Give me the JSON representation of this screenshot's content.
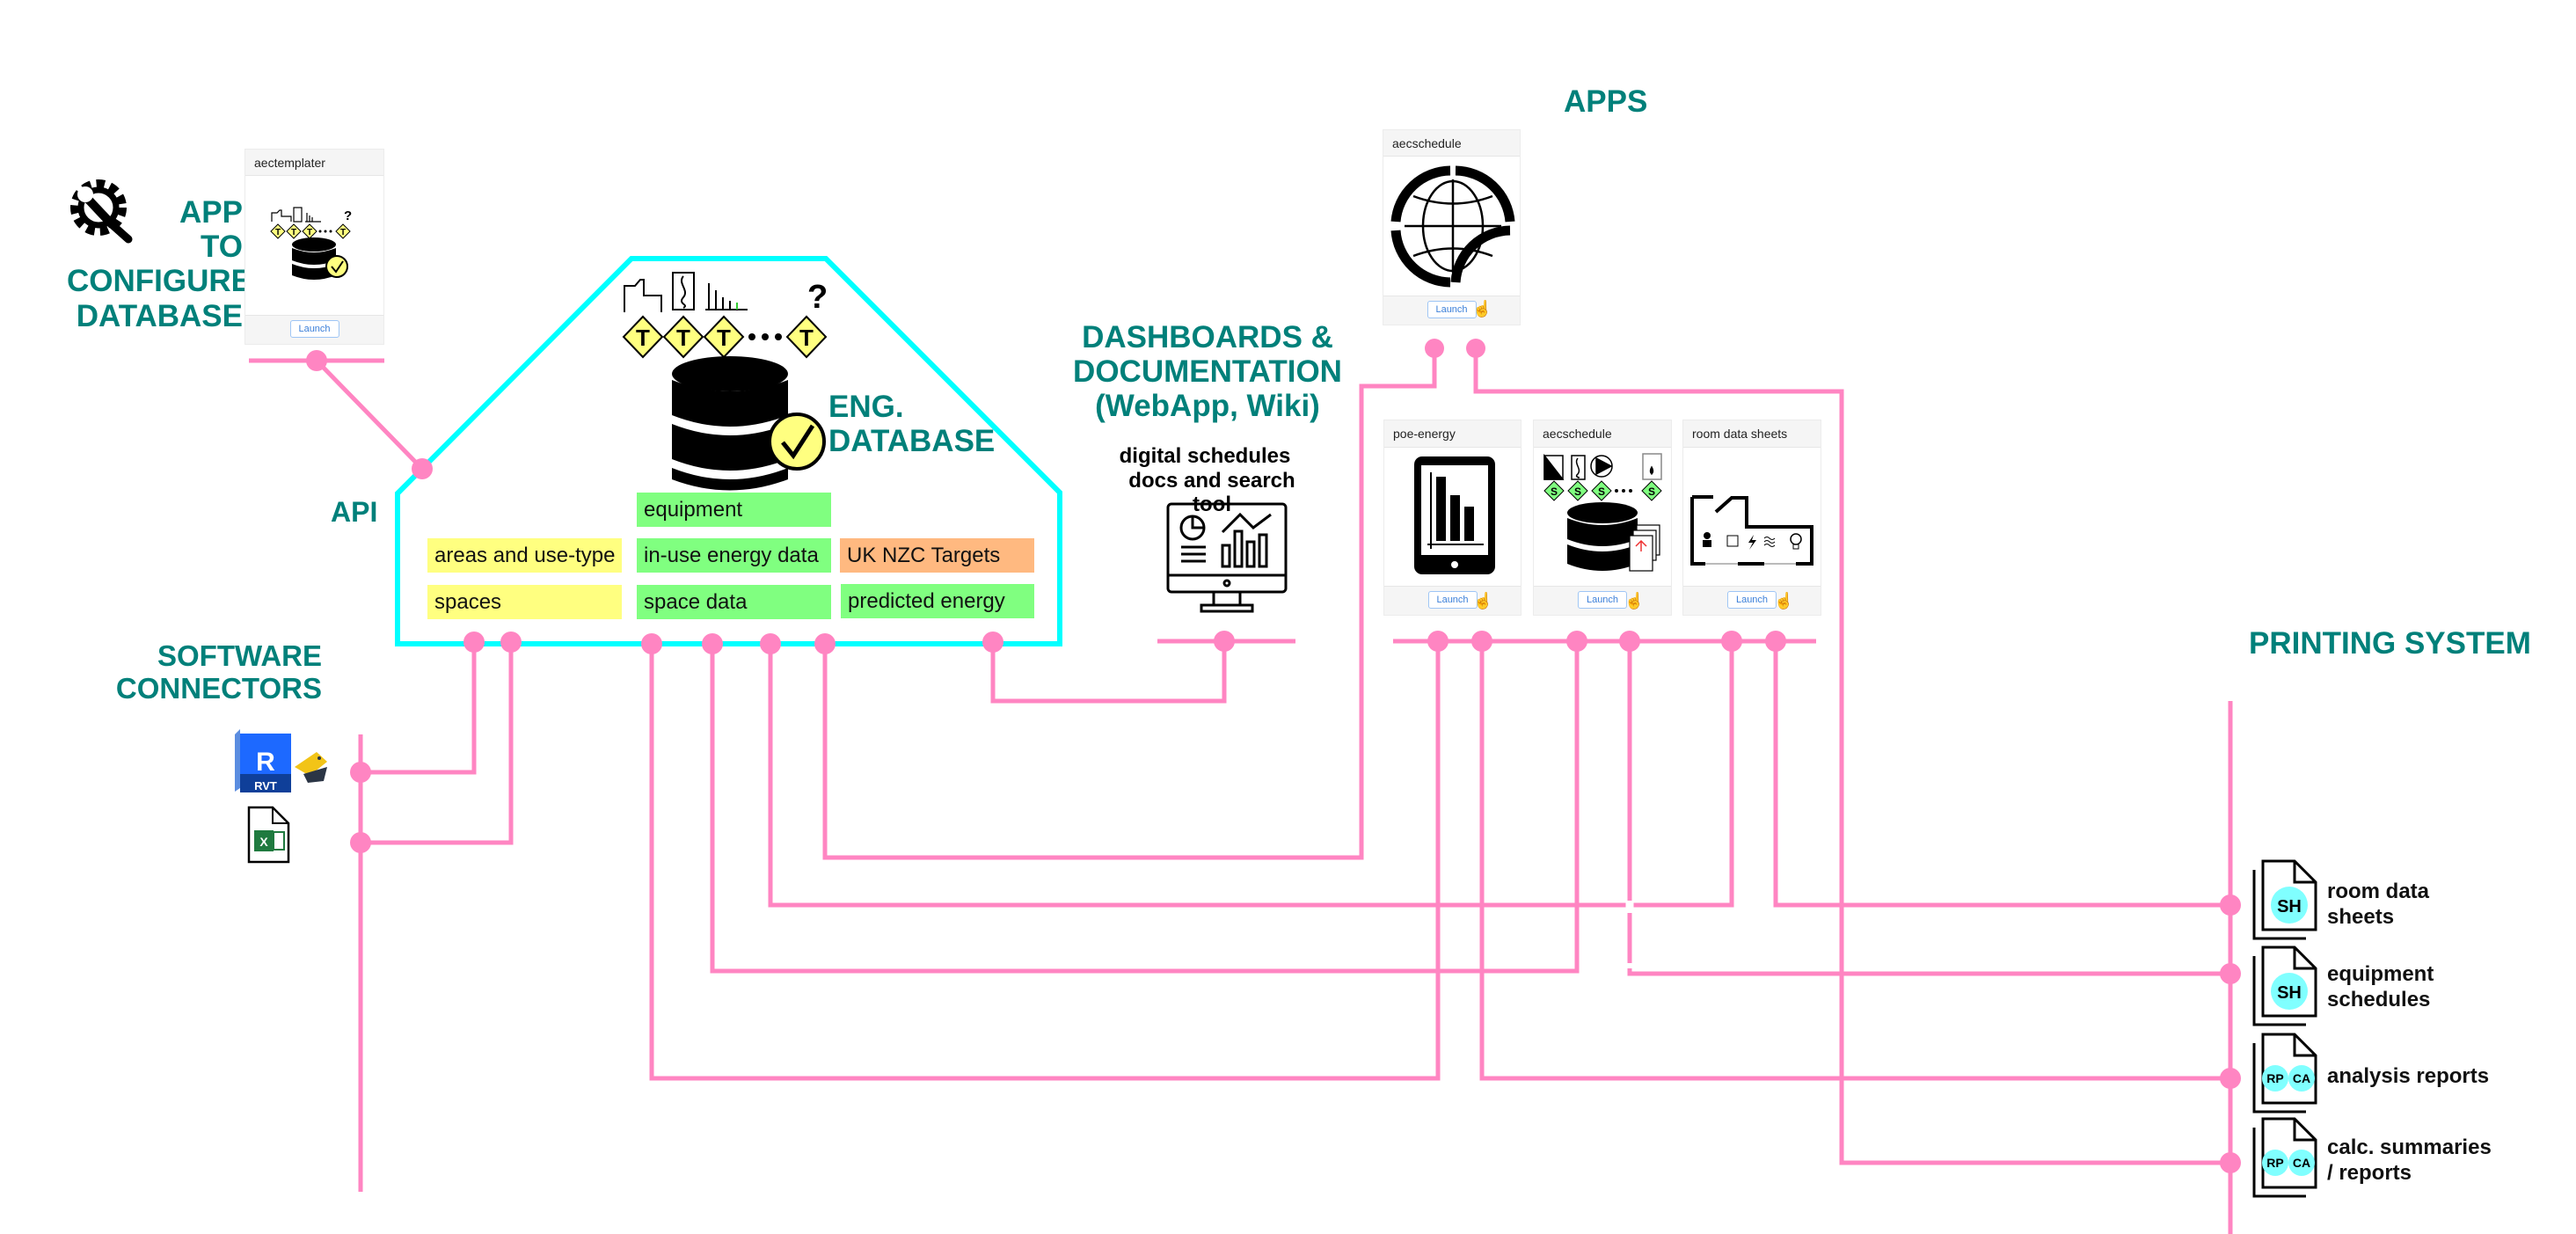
{
  "colors": {
    "teal_heading": "#00807a",
    "wire": "#ff85c2",
    "database_outline": "#00ffff",
    "tag_yellow": "#ffff80",
    "tag_green": "#80ff80",
    "tag_orange": "#ffb980",
    "badge_cyan": "#80ffff"
  },
  "sections": {
    "app_to_configure": "APP TO CONFIGURE DATABASE",
    "app_to_configure_lines": [
      "APP TO",
      "CONFIGURE",
      "DATABASE"
    ],
    "api": "API",
    "software_connectors_lines": [
      "SOFTWARE",
      "CONNECTORS"
    ],
    "eng_database_lines": [
      "ENG.",
      "DATABASE"
    ],
    "dashboards_lines": [
      "DASHBOARDS &",
      "DOCUMENTATION",
      "(WebApp, Wiki)"
    ],
    "dashboards_sub_lines": [
      "digital schedules",
      "docs and search tool"
    ],
    "apps": "APPS",
    "printing_system": "PRINTING SYSTEM"
  },
  "database": {
    "template_badges": [
      "T",
      "T",
      "T",
      "T"
    ],
    "extra_glyph": "?",
    "tags": [
      {
        "label": "equipment",
        "color": "green"
      },
      {
        "label": "areas and use-type",
        "color": "yellow"
      },
      {
        "label": "in-use energy data",
        "color": "green"
      },
      {
        "label": "UK NZC Targets",
        "color": "orange"
      },
      {
        "label": "spaces",
        "color": "yellow"
      },
      {
        "label": "space data",
        "color": "green"
      },
      {
        "label": "predicted energy",
        "color": "green"
      }
    ]
  },
  "app_cards": [
    {
      "id": "aectemplater",
      "title": "aectemplater",
      "icon": "database-templates-icon",
      "button": "Launch"
    },
    {
      "id": "aecschedule-web",
      "title": "aecschedule",
      "icon": "globe-icon",
      "button": "Launch"
    },
    {
      "id": "poe-energy",
      "title": "poe-energy",
      "icon": "tablet-bar-chart-icon",
      "button": "Launch"
    },
    {
      "id": "aecschedule",
      "title": "aecschedule",
      "icon": "equipment-schedule-database-icon",
      "button": "Launch",
      "badges": [
        "S",
        "S",
        "S",
        "S"
      ]
    },
    {
      "id": "room-data-sheets",
      "title": "room data sheets",
      "icon": "room-floorplan-icon",
      "button": "Launch"
    }
  ],
  "connectors": [
    {
      "name": "Revit",
      "badge": "RVT",
      "letter": "R"
    },
    {
      "name": "Python",
      "badge": ""
    },
    {
      "name": "Excel",
      "badge": "X"
    }
  ],
  "outputs": [
    {
      "label_lines": [
        "room data",
        "sheets"
      ],
      "badges": [
        "SH"
      ]
    },
    {
      "label_lines": [
        "equipment",
        "schedules"
      ],
      "badges": [
        "SH"
      ]
    },
    {
      "label_lines": [
        "analysis reports"
      ],
      "badges": [
        "RP",
        "CA"
      ]
    },
    {
      "label_lines": [
        "calc. summaries",
        "/ reports"
      ],
      "badges": [
        "RP",
        "CA"
      ]
    }
  ]
}
